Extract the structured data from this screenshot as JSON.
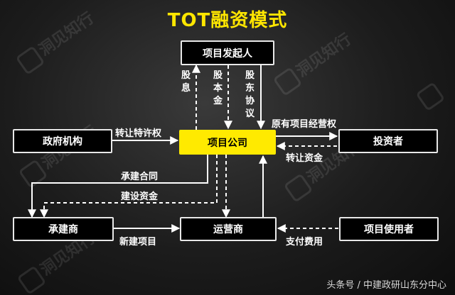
{
  "title": "TOT融资模式",
  "watermark": "洞见知行",
  "nodes": {
    "sponsor": "项目发起人",
    "government": "政府机构",
    "project_company": "项目公司",
    "investor": "投资者",
    "contractor": "承建商",
    "operator": "运营商",
    "project_user": "项目使用者"
  },
  "edges": {
    "dividend": "股息",
    "equity_capital": "股本金",
    "shareholder_agreement": "股东协议",
    "transfer_franchise": "转让特许权",
    "original_operating_right": "原有项目经营权",
    "transfer_funds": "转让资金",
    "construction_contract": "承建合同",
    "construction_funds": "建设资金",
    "new_project": "新建项目",
    "payment_fee": "支付费用"
  },
  "footer": "头条号 / 中建政研山东分中心",
  "colors": {
    "accent": "#ffea00",
    "background": "#1c1c1c",
    "line": "#ffffff"
  }
}
